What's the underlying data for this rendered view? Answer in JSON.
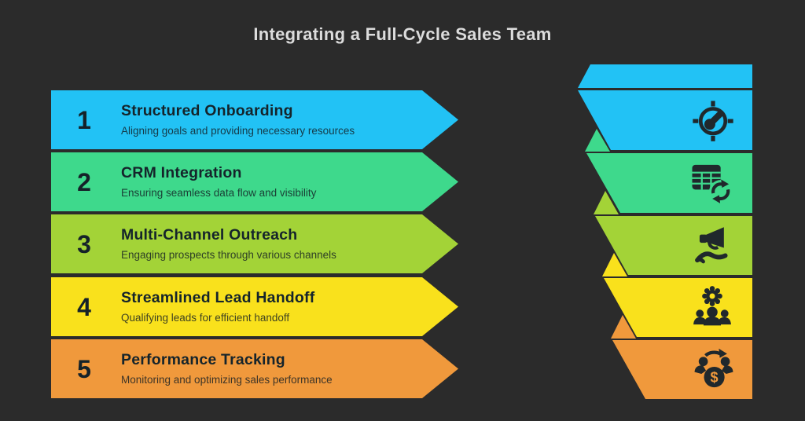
{
  "title": "Integrating a Full-Cycle Sales Team",
  "background_color": "#2b2b2b",
  "ink_color": "#15242b",
  "ribbon": {
    "dollar_glyph": "$"
  },
  "steps": [
    {
      "number": "1",
      "title": "Structured Onboarding",
      "subtitle": "Aligning goals and providing necessary resources",
      "color": "#22c2f5",
      "icon": "target-gauge-icon"
    },
    {
      "number": "2",
      "title": "CRM Integration",
      "subtitle": "Ensuring seamless data flow and visibility",
      "color": "#3ed98c",
      "icon": "spreadsheet-sync-icon"
    },
    {
      "number": "3",
      "title": "Multi-Channel Outreach",
      "subtitle": "Engaging prospects through various channels",
      "color": "#a3d337",
      "icon": "megaphone-hand-icon"
    },
    {
      "number": "4",
      "title": "Streamlined Lead Handoff",
      "subtitle": "Qualifying leads for efficient handoff",
      "color": "#f9e11c",
      "icon": "team-gear-icon"
    },
    {
      "number": "5",
      "title": "Performance Tracking",
      "subtitle": "Monitoring and optimizing sales performance",
      "color": "#f0993c",
      "icon": "revenue-exchange-icon"
    }
  ]
}
